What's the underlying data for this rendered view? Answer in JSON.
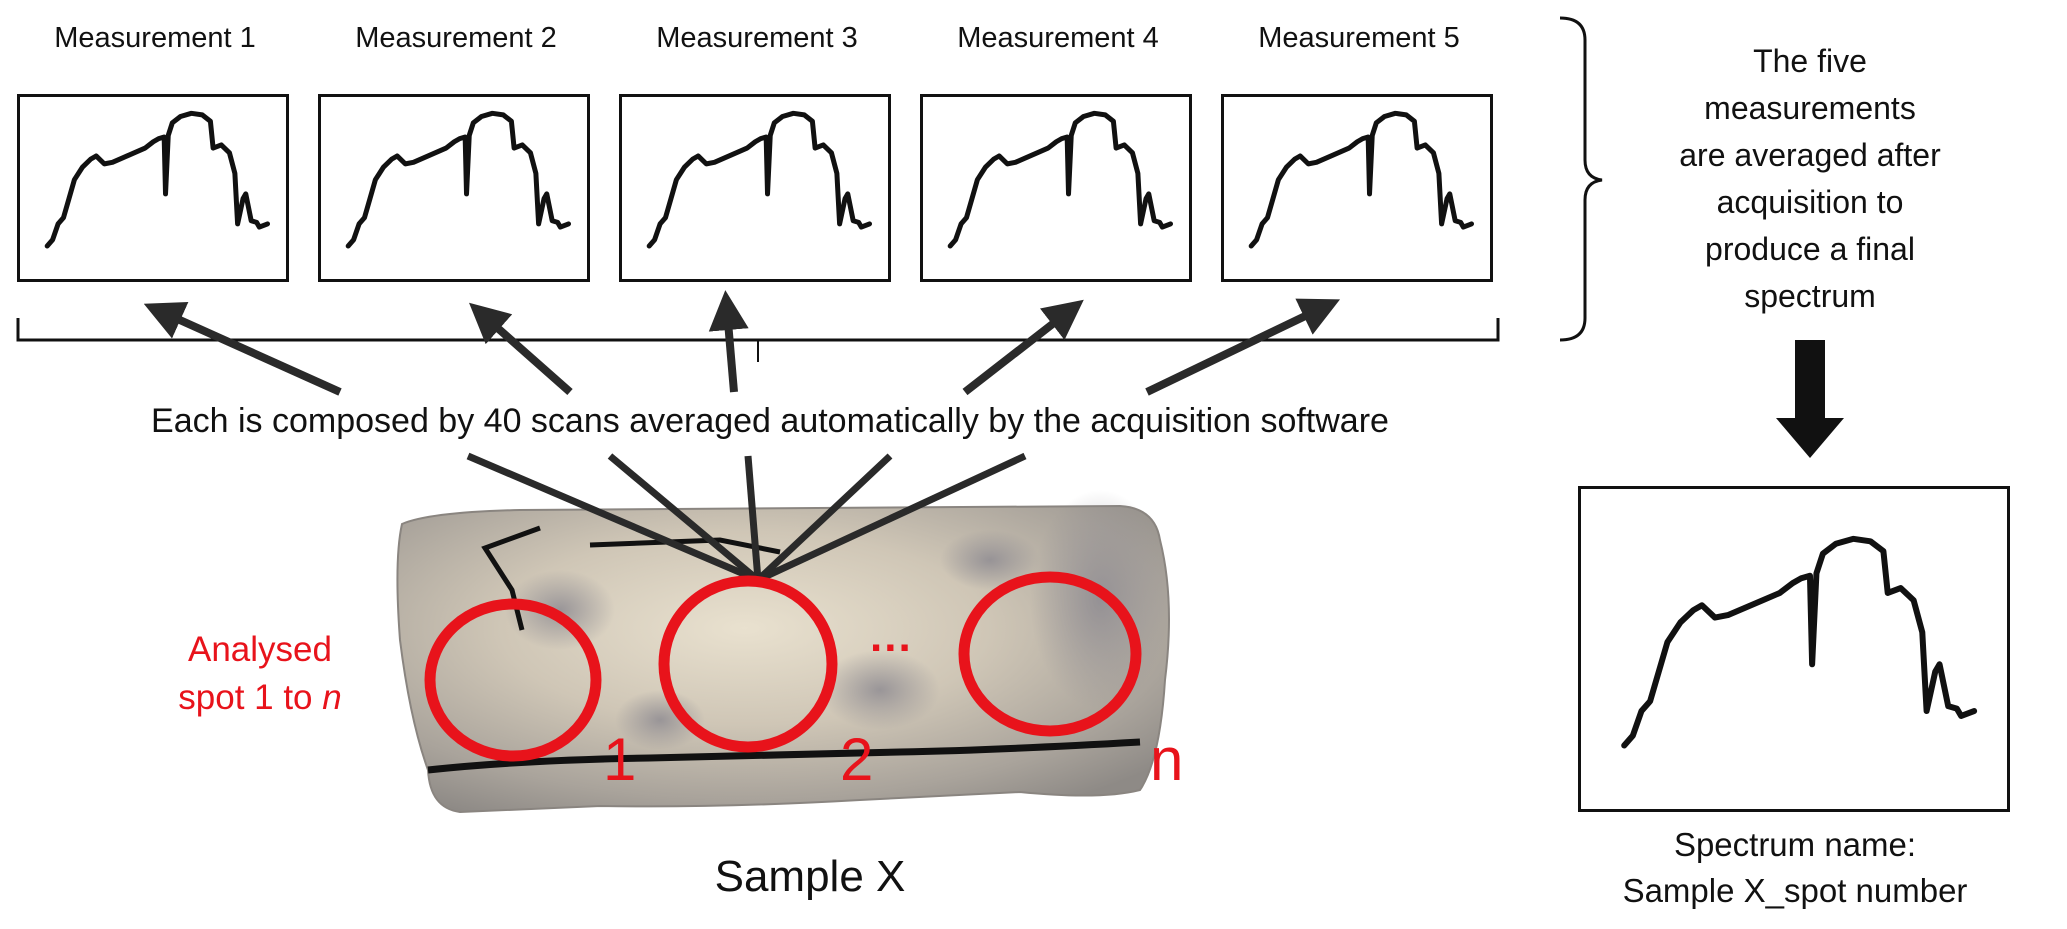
{
  "measurements": [
    {
      "label": "Measurement 1"
    },
    {
      "label": "Measurement 2"
    },
    {
      "label": "Measurement 3"
    },
    {
      "label": "Measurement 4"
    },
    {
      "label": "Measurement 5"
    }
  ],
  "scan_caption": "Each is composed by 40 scans averaged automatically by the acquisition software",
  "averaging_note": {
    "lines": [
      "The five",
      "measurements",
      "are averaged after",
      "acquisition to",
      "produce a final",
      "spectrum"
    ]
  },
  "final_spectrum": {
    "caption_lines": [
      "Spectrum name:",
      "Sample X_spot number"
    ]
  },
  "sample": {
    "name": "Sample X",
    "spot_label_lines": [
      "Analysed",
      "spot 1 to "
    ],
    "spot_label_var": "n",
    "spot_numbers": [
      "1",
      "2",
      "n"
    ],
    "ellipsis": "..."
  },
  "colors": {
    "annotation_red": "#e8131b",
    "line_black": "#111111",
    "arrow_dark": "#2a2a2a"
  }
}
